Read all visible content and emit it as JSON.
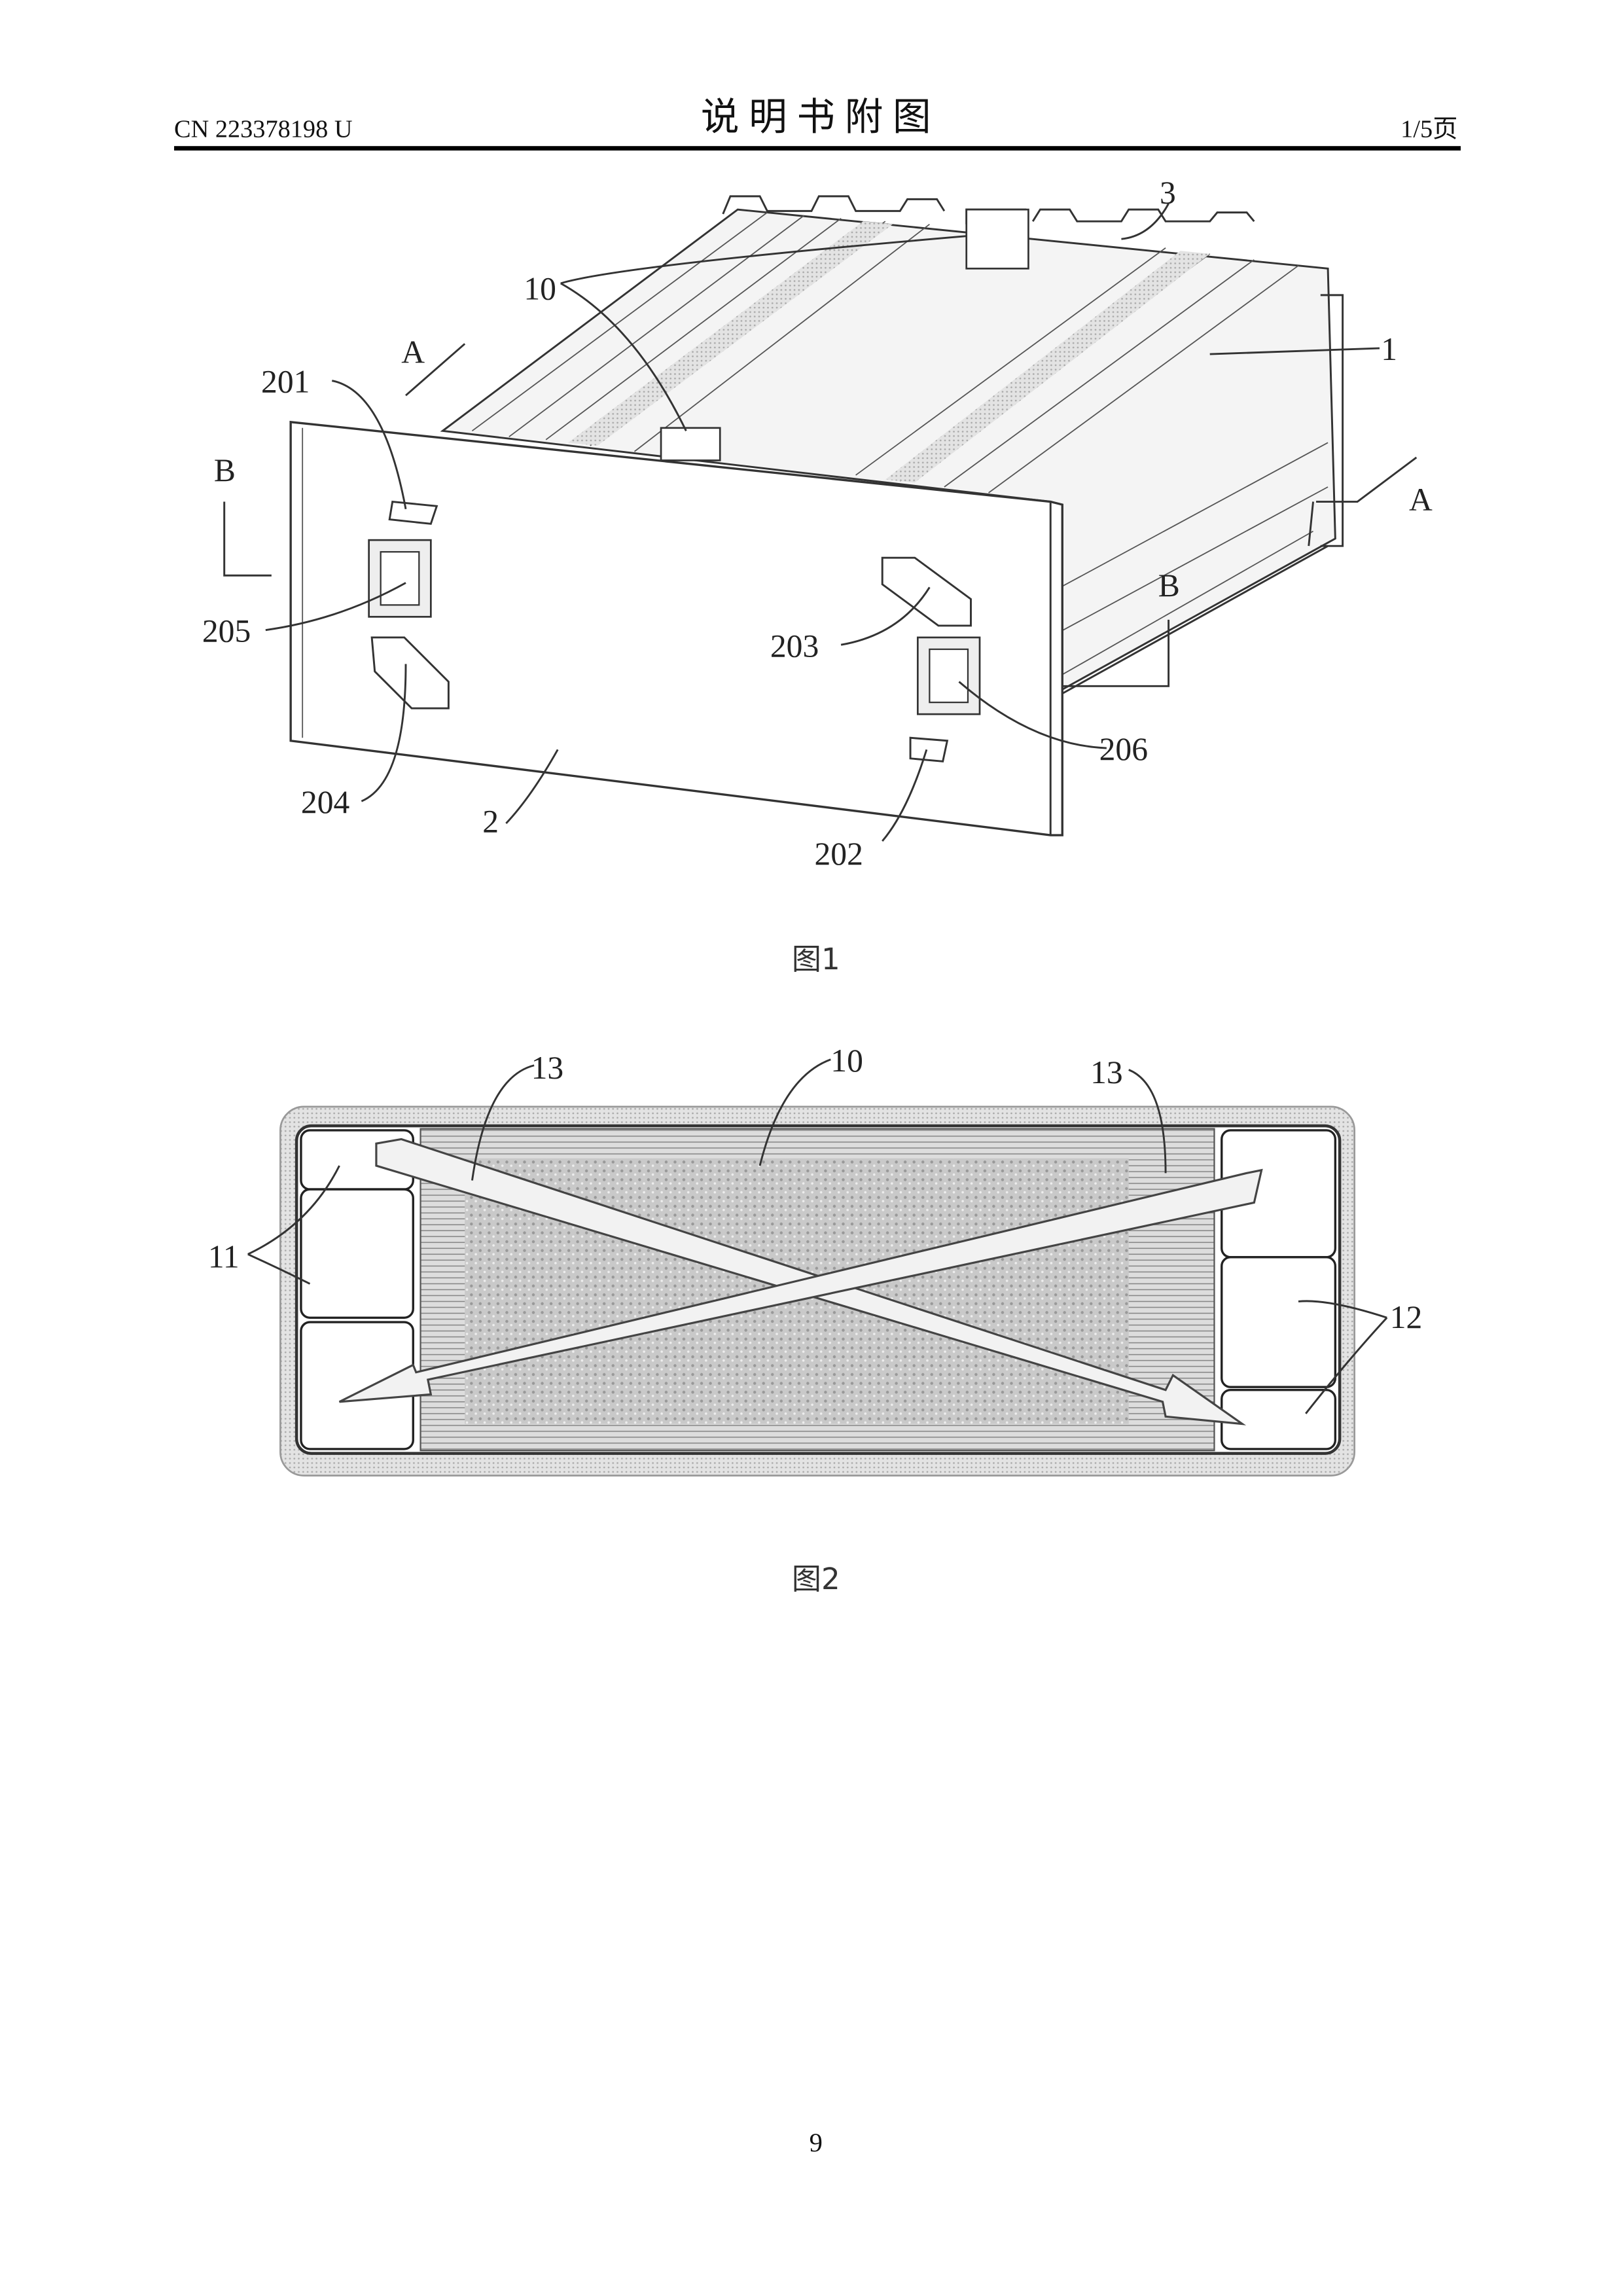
{
  "header": {
    "doc_number": "CN 223378198 U",
    "title": "说 明 书 附 图",
    "page_of": "1/5页"
  },
  "figure1": {
    "caption": "图1",
    "labels": {
      "l10": "10",
      "l3": "3",
      "l1": "1",
      "lA1": "A",
      "lA2": "A",
      "l201": "201",
      "lB1": "B",
      "lB2": "B",
      "l205": "205",
      "l203": "203",
      "l206": "206",
      "l204": "204",
      "l2": "2",
      "l202": "202"
    }
  },
  "figure2": {
    "caption": "图2",
    "labels": {
      "l13a": "13",
      "l10": "10",
      "l13b": "13",
      "l11": "11",
      "l12": "12"
    }
  },
  "footer": {
    "page_number": "9"
  }
}
